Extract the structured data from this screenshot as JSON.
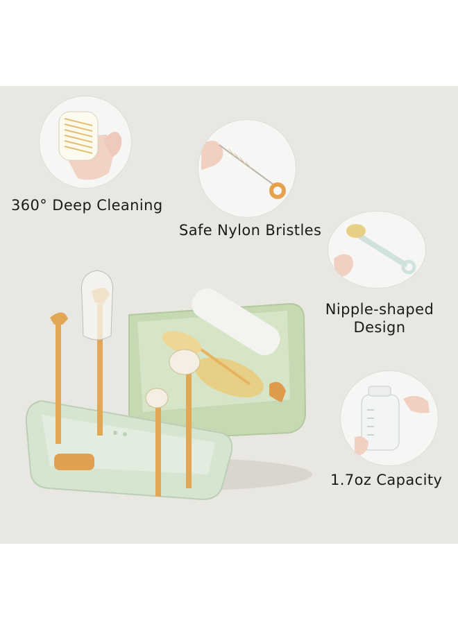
{
  "features": [
    {
      "label": "360° Deep Cleaning",
      "icon": "brush-head-in-hand"
    },
    {
      "label": "Safe Nylon Bristles",
      "icon": "straw-brush"
    },
    {
      "label_line1": "Nipple-shaped",
      "label_line2": "Design",
      "icon": "nipple-brush"
    },
    {
      "label": "1.7oz Capacity",
      "icon": "dispenser-bottle"
    }
  ],
  "colors": {
    "background": "#e9e7e2",
    "case_green": "#c9dcb8",
    "case_lid": "#d9e8d3",
    "accent_orange": "#e0a355",
    "bristle_yellow": "#e8cf86"
  }
}
